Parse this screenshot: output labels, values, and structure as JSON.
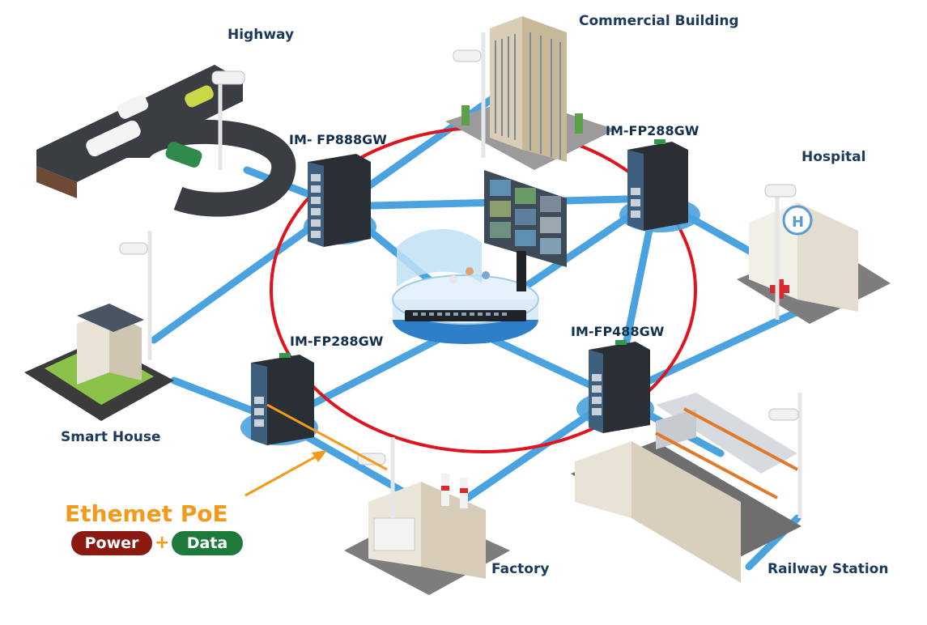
{
  "locations": {
    "highway": "Highway",
    "commercial_building": "Commercial Building",
    "hospital": "Hospital",
    "smart_house": "Smart House",
    "factory": "Factory",
    "railway_station": "Railway Station"
  },
  "devices": {
    "top_left": "IM- FP888GW",
    "top_right": "IM-FP288GW",
    "bottom_left": "IM-FP288GW",
    "bottom_right": "IM-FP488GW"
  },
  "poe": {
    "title": "Ethemet PoE",
    "power": "Power",
    "plus": "+",
    "data": "Data"
  },
  "colors": {
    "ring": "#e0141e",
    "network_link": "#4aa3df",
    "switch_body": "#2a2f36",
    "poe_accent": "#f39a1b",
    "power_badge": "#8b1a12",
    "data_badge": "#1d7a3a"
  }
}
